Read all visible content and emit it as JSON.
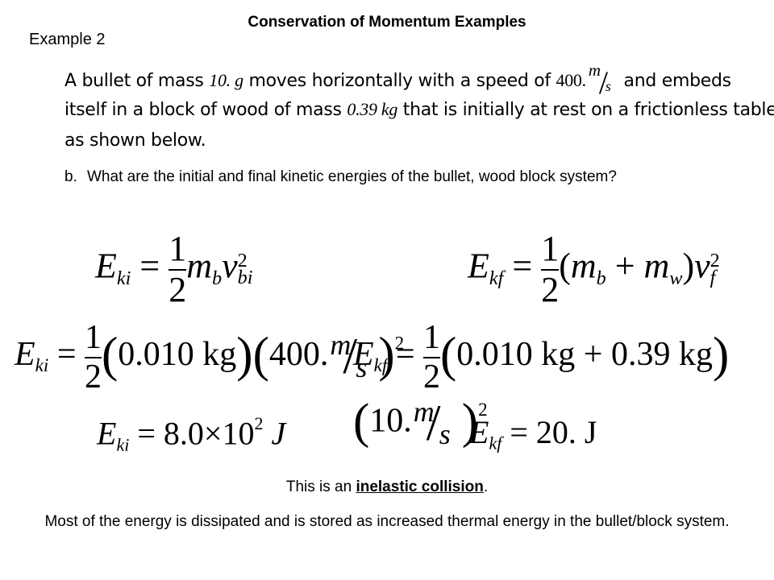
{
  "header": {
    "title": "Conservation of Momentum Examples",
    "example": "Example 2"
  },
  "problem": {
    "line1_a": "A bullet of mass ",
    "mass_bullet": "10. g",
    "line1_b": " moves horizontally with a speed of ",
    "speed_value": "400.",
    "speed_unit_num": "m",
    "speed_unit_den": "s",
    "line1_c": " and embeds",
    "line2_a": "itself in a block of wood of mass ",
    "mass_block": "0.39 kg",
    "line2_b": " that is initially at rest on a frictionless table",
    "line3": "as shown below."
  },
  "part_b": {
    "label": "b.",
    "question": "What are the initial and final kinetic energies of the bullet, wood block system?"
  },
  "equations": {
    "E": "E",
    "ki": "ki",
    "kf": "kf",
    "equals": "=",
    "one": "1",
    "two": "2",
    "m": "m",
    "b": "b",
    "w": "w",
    "v": "v",
    "bi": "bi",
    "f": "f",
    "sq": "2",
    "plus": "+",
    "eq3_mass": "0.010 kg",
    "eq3_speed": "400.",
    "eq4_mass1": "0.010 kg",
    "eq4_mass2": "0.39 kg",
    "eq4_speed": "10.",
    "unit_m": "m",
    "unit_s": "s",
    "eq5_result": "8.0",
    "times": "×",
    "ten": "10",
    "exp": "2",
    "joule": "J",
    "eq6_result": "20. J"
  },
  "conclusion": {
    "pre": "This is an ",
    "term": "inelastic collision",
    "post": ".",
    "text": "Most of the energy is dissipated and is stored as increased thermal energy in the bullet/block system."
  }
}
